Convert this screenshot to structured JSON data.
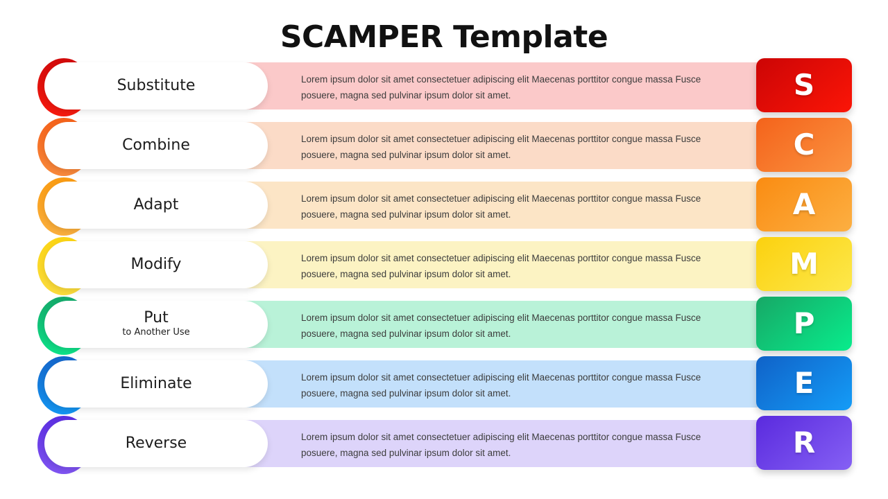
{
  "page": {
    "title": "SCAMPER Template",
    "background": "#ffffff"
  },
  "body_text": "Lorem ipsum dolor sit amet consectetuer adipiscing elit Maecenas porttitor congue massa Fusce posuere, magna sed pulvinar ipsum dolor sit amet.",
  "rows": [
    {
      "letter": "S",
      "label": "Substitute",
      "sublabel": "",
      "description": "Lorem ipsum dolor sit amet consectetuer adipiscing elit Maecenas porttitor congue massa Fusce posuere, magna sed pulvinar ipsum dolor sit amet.",
      "arc_color_top": "#d10a0a",
      "arc_color_bottom": "#f71b0f",
      "badge_color_top": "#cc0505",
      "badge_color_bottom": "#fb1507",
      "band_color": "#fbc9c9"
    },
    {
      "letter": "C",
      "label": "Combine",
      "sublabel": "",
      "description": "Lorem ipsum dolor sit amet consectetuer adipiscing elit Maecenas porttitor congue massa Fusce posuere, magna sed pulvinar ipsum dolor sit amet.",
      "arc_color_top": "#f4611a",
      "arc_color_bottom": "#f98a3c",
      "badge_color_top": "#f4631b",
      "badge_color_bottom": "#fb9340",
      "band_color": "#fbdbc7"
    },
    {
      "letter": "A",
      "label": "Adapt",
      "sublabel": "",
      "description": "Lorem ipsum dolor sit amet consectetuer adipiscing elit Maecenas porttitor congue massa Fusce posuere, magna sed pulvinar ipsum dolor sit amet.",
      "arc_color_top": "#f99b12",
      "arc_color_bottom": "#fbb03f",
      "badge_color_top": "#fa8c12",
      "badge_color_bottom": "#fcaf42",
      "band_color": "#fce5c6"
    },
    {
      "letter": "M",
      "label": "Modify",
      "sublabel": "",
      "description": "Lorem ipsum dolor sit amet consectetuer adipiscing elit Maecenas porttitor congue massa Fusce posuere, magna sed pulvinar ipsum dolor sit amet.",
      "arc_color_top": "#fbd414",
      "arc_color_bottom": "#fbdc3e",
      "badge_color_top": "#fbd10f",
      "badge_color_bottom": "#fde84b",
      "band_color": "#fcf3c3"
    },
    {
      "letter": "P",
      "label": "Put",
      "sublabel": "to Another Use",
      "description": "Lorem ipsum dolor sit amet consectetuer adipiscing elit Maecenas porttitor congue massa Fusce posuere, magna sed pulvinar ipsum dolor sit amet.",
      "arc_color_top": "#14a86a",
      "arc_color_bottom": "#0ee389",
      "badge_color_top": "#17a866",
      "badge_color_bottom": "#08ec8c",
      "band_color": "#b9f2d8"
    },
    {
      "letter": "E",
      "label": "Eliminate",
      "sublabel": "",
      "description": "Lorem ipsum dolor sit amet consectetuer adipiscing elit Maecenas porttitor congue massa Fusce posuere, magna sed pulvinar ipsum dolor sit amet.",
      "arc_color_top": "#1565c9",
      "arc_color_bottom": "#1496f2",
      "badge_color_top": "#1062c8",
      "badge_color_bottom": "#149cf7",
      "band_color": "#c3e0fb"
    },
    {
      "letter": "R",
      "label": "Reverse",
      "sublabel": "",
      "description": "Lorem ipsum dolor sit amet consectetuer adipiscing elit Maecenas porttitor congue massa Fusce posuere, magna sed pulvinar ipsum dolor sit amet.",
      "arc_color_top": "#5b2ee0",
      "arc_color_bottom": "#8055f2",
      "badge_color_top": "#5a2ade",
      "badge_color_bottom": "#8560f4",
      "band_color": "#ddd4fa"
    }
  ]
}
